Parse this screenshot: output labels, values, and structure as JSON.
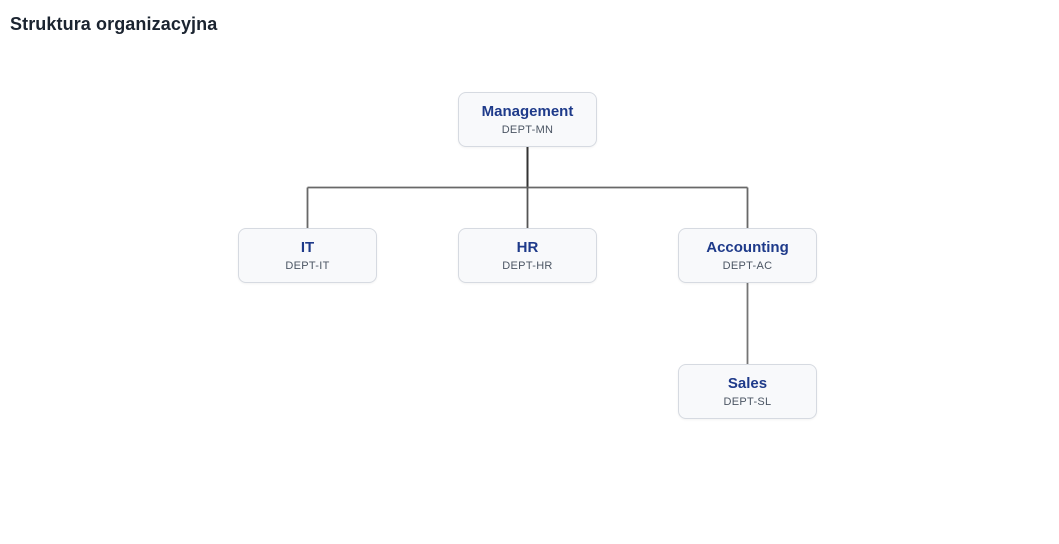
{
  "page": {
    "title": "Struktura organizacyjna"
  },
  "nodes": [
    {
      "id": "management",
      "name": "Management",
      "code": "DEPT-MN",
      "parent": null
    },
    {
      "id": "it",
      "name": "IT",
      "code": "DEPT-IT",
      "parent": "management"
    },
    {
      "id": "hr",
      "name": "HR",
      "code": "DEPT-HR",
      "parent": "management"
    },
    {
      "id": "accounting",
      "name": "Accounting",
      "code": "DEPT-AC",
      "parent": "management"
    },
    {
      "id": "sales",
      "name": "Sales",
      "code": "DEPT-SL",
      "parent": "accounting"
    }
  ],
  "colors": {
    "title_text": "#1b2430",
    "node_name_text": "#1e3a8a",
    "node_code_text": "#4b5563",
    "node_background": "#f8f9fb",
    "node_border": "#d6dae1",
    "connector_dark": "#333333",
    "connector_gray": "#686868"
  }
}
